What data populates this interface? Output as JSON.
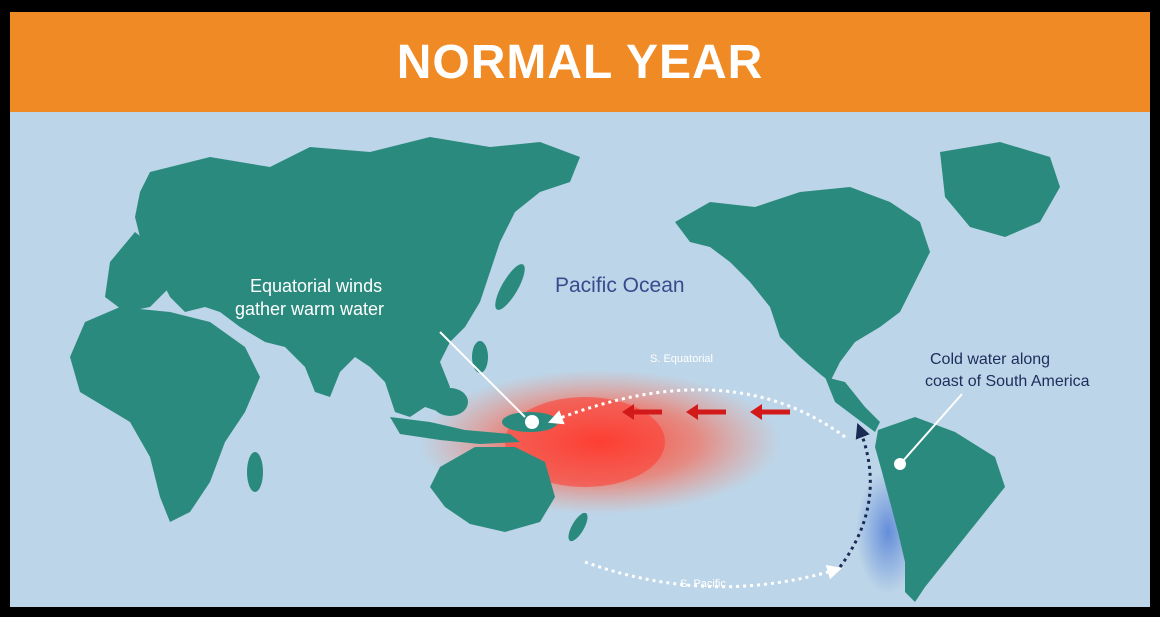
{
  "title": "NORMAL YEAR",
  "labels": {
    "pacific_ocean": "Pacific Ocean",
    "warm_water_line1": "Equatorial winds",
    "warm_water_line2": "gather warm water",
    "cold_water_line1": "Cold water along",
    "cold_water_line2": "coast of South America",
    "s_equatorial": "S. Equatorial",
    "s_pacific": "S. Pacific"
  },
  "colors": {
    "header": "#f08a24",
    "ocean": "#bdd5e8",
    "land": "#2b8a7e",
    "warm_pool": "#ff3b2f",
    "cold_pool": "#5b86d8",
    "wind_arrow": "#d21a1a",
    "current": "#ffffff",
    "upwelling_current": "#1a2a55",
    "ocean_label": "#3a4a8c"
  }
}
